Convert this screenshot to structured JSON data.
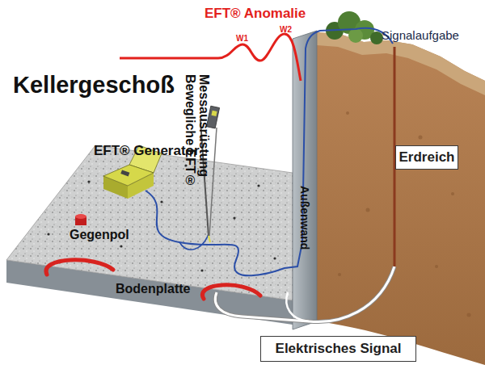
{
  "diagram": {
    "nodes": [
      {
        "text": [
          "Erdreich"
        ]
      },
      {
        "text": [
          "Elektrisches Signal"
        ]
      }
    ],
    "labels": [
      "EFT® Anomalie",
      "W1",
      "W2",
      "Signalaufgabe",
      "Kellergeschoß",
      "EFT® Generator",
      "Bewegliche EFT® Messausrüstung",
      "Außenwand",
      "Gegenpol",
      "Bodenplatte"
    ]
  }
}
